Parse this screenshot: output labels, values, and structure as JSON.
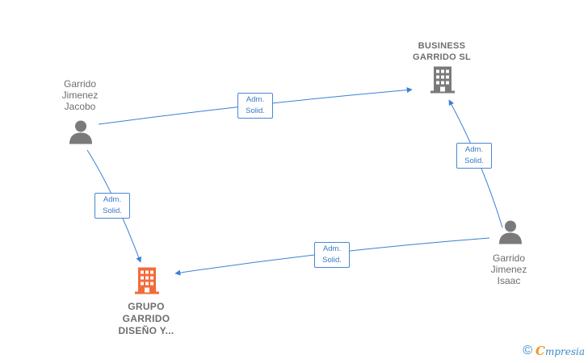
{
  "nodes": {
    "business_garrido": {
      "label": "BUSINESS\nGARRIDO  SL",
      "kind": "company",
      "color": "#7a7a7a"
    },
    "grupo_garrido": {
      "label": "GRUPO\nGARRIDO\nDISEÑO Y...",
      "kind": "company",
      "color": "#f26b3a"
    },
    "jacobo": {
      "label": "Garrido\nJimenez\nJacobo",
      "kind": "person",
      "color": "#7a7a7a"
    },
    "isaac": {
      "label": "Garrido\nJimenez\nIsaac",
      "kind": "person",
      "color": "#7a7a7a"
    }
  },
  "edges": [
    {
      "from": "jacobo",
      "to": "business_garrido",
      "label": "Adm.\nSolid."
    },
    {
      "from": "jacobo",
      "to": "grupo_garrido",
      "label": "Adm.\nSolid."
    },
    {
      "from": "isaac",
      "to": "business_garrido",
      "label": "Adm.\nSolid."
    },
    {
      "from": "isaac",
      "to": "grupo_garrido",
      "label": "Adm.\nSolid."
    }
  ],
  "colors": {
    "edge": "#3a7fd5",
    "edge_label_text": "#3a78c9"
  },
  "footer": {
    "copyright": "©",
    "brand_initial": "C",
    "brand_rest": "mpresia"
  }
}
